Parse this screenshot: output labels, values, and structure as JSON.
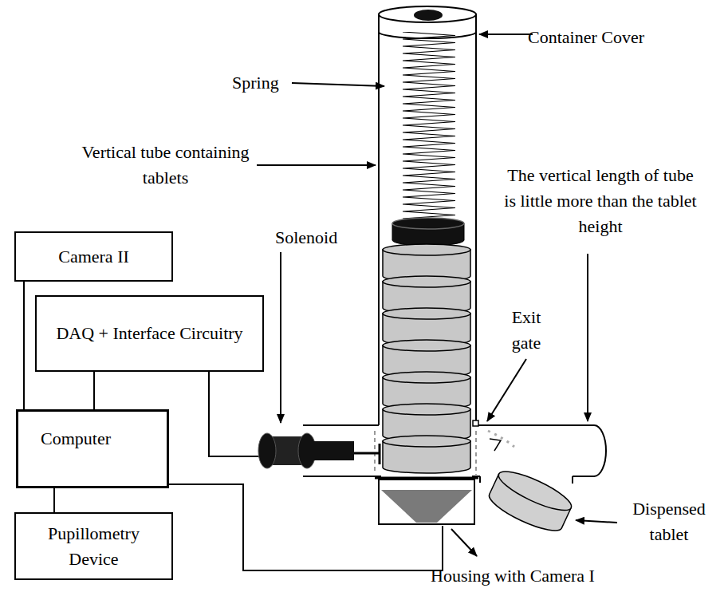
{
  "diagram": {
    "nodes": [
      {
        "text": [
          "Camera II"
        ]
      },
      {
        "text": [
          "DAQ + Interface Circuitry"
        ]
      },
      {
        "text": [
          "Computer"
        ]
      },
      {
        "text": [
          "Pupillometry Device"
        ]
      }
    ],
    "edges": [
      {
        "from": 0,
        "to": 2,
        "arrow": "none"
      },
      {
        "from": 1,
        "to": 2,
        "arrow": "none"
      },
      {
        "from": 2,
        "to": 3,
        "arrow": "none"
      }
    ],
    "labels": [
      "Container Cover",
      "Spring",
      "Vertical tube containing tablets",
      "Solenoid",
      "The vertical length of tube is little more than the tablet height",
      "Exit gate",
      "Dispensed tablet",
      "Housing with Camera I"
    ]
  }
}
